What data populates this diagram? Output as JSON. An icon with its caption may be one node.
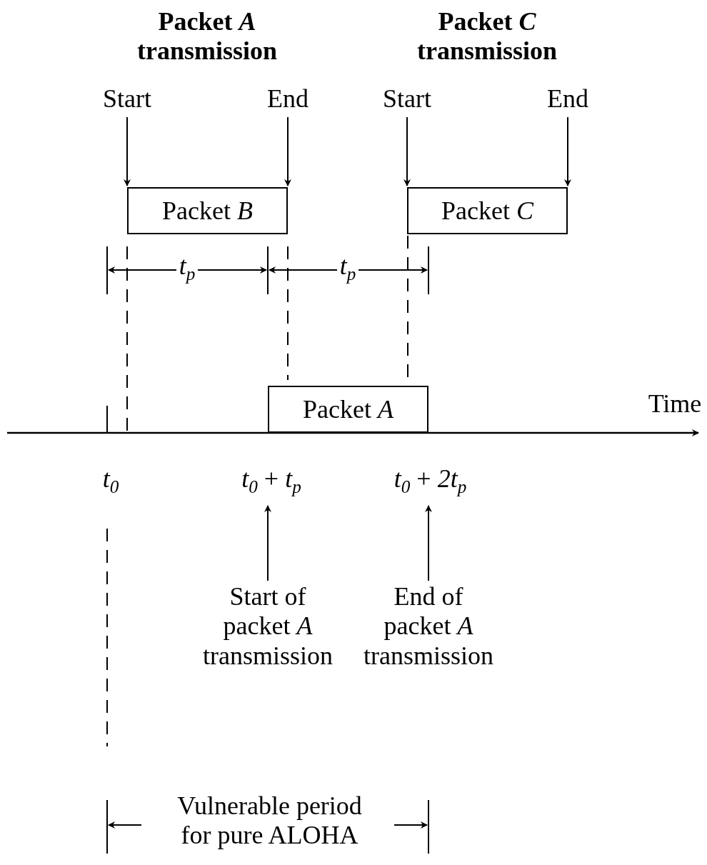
{
  "diagram": {
    "nodes": [
      {
        "text": [
          "Start"
        ]
      },
      {
        "text": [
          "End"
        ]
      },
      {
        "text": [
          "Start"
        ]
      },
      {
        "text": [
          "End"
        ]
      },
      {
        "text": [
          "Packet *B*"
        ]
      },
      {
        "text": [
          "Packet *C*"
        ]
      },
      {
        "text": [
          "Packet *A*"
        ]
      },
      {
        "text": [
          "*t*$_{0}$ + *t*$_{p}$"
        ]
      },
      {
        "text": [
          "*t*$_{0}$ + *2t*$_{p}$"
        ]
      },
      {
        "text": [
          "Start of packet *A* transmission"
        ]
      },
      {
        "text": [
          "End of packet *A* transmission"
        ]
      }
    ],
    "edges": [
      {
        "from": 0,
        "to": 4,
        "arrow": "to"
      },
      {
        "from": 1,
        "to": 4,
        "arrow": "to"
      },
      {
        "from": 2,
        "to": 5,
        "arrow": "to"
      },
      {
        "from": 3,
        "to": 5,
        "arrow": "to"
      },
      {
        "from": 9,
        "to": 7,
        "arrow": "to"
      },
      {
        "from": 10,
        "to": 8,
        "arrow": "to"
      },
      {
        "from": 5,
        "to": 6,
        "arrow": "none",
        "style": "dashed"
      }
    ],
    "labels": [
      "Packet *A* transmission",
      "Packet *C* transmission",
      "*t*$_{p}$",
      "*t*$_{p}$",
      "Time",
      "*t*$_{0}$",
      "Vulnerable period for pure ALOHA"
    ]
  }
}
